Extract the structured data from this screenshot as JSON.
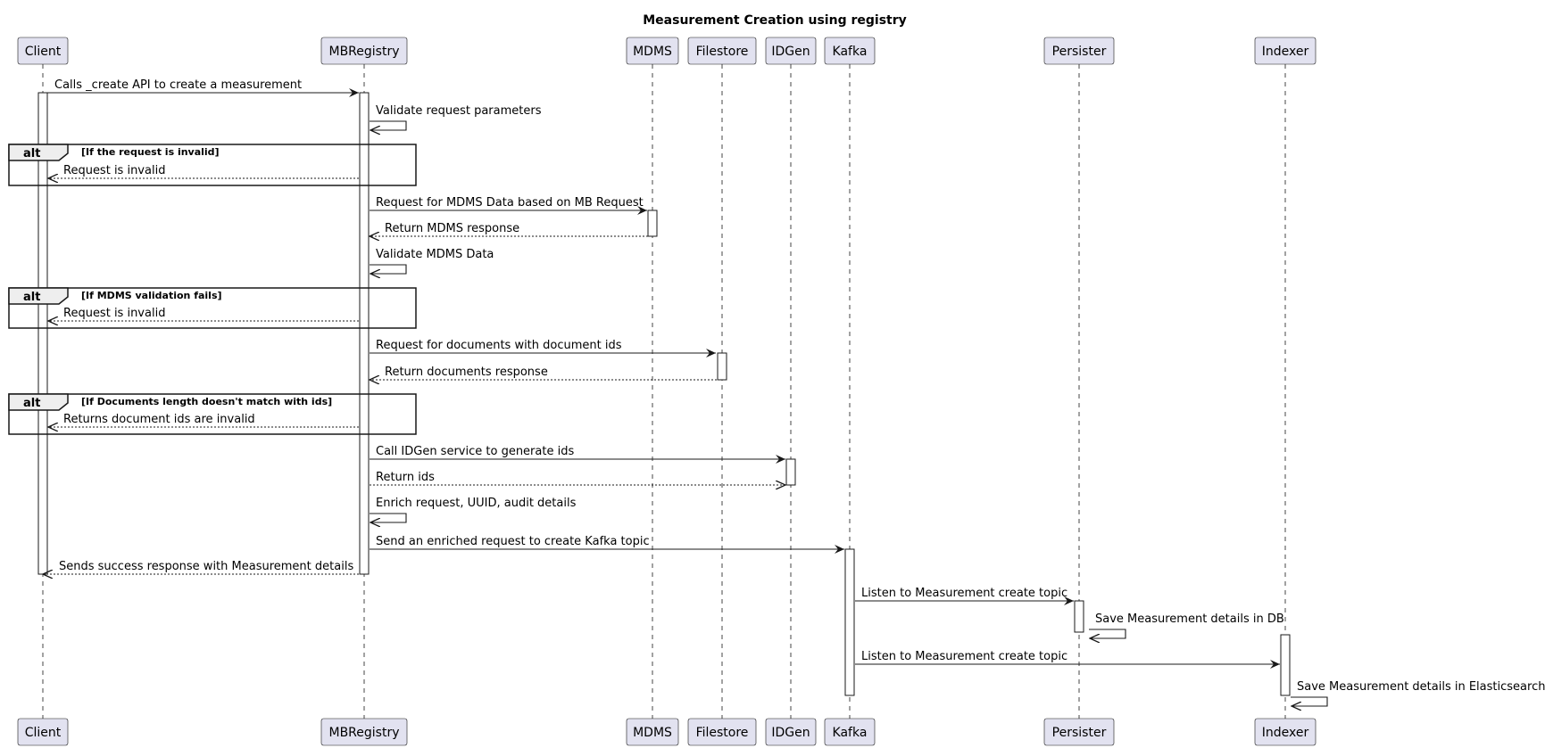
{
  "title": "Measurement Creation using registry",
  "participants": [
    {
      "id": "client",
      "label": "Client"
    },
    {
      "id": "mbregistry",
      "label": "MBRegistry"
    },
    {
      "id": "mdms",
      "label": "MDMS"
    },
    {
      "id": "filestore",
      "label": "Filestore"
    },
    {
      "id": "idgen",
      "label": "IDGen"
    },
    {
      "id": "kafka",
      "label": "Kafka"
    },
    {
      "id": "persister",
      "label": "Persister"
    },
    {
      "id": "indexer",
      "label": "Indexer"
    }
  ],
  "messages": [
    {
      "from": "client",
      "to": "mbregistry",
      "text": "Calls _create API to create a measurement",
      "style": "solid"
    },
    {
      "from": "mbregistry",
      "to": "mbregistry",
      "text": "Validate request parameters",
      "style": "self"
    },
    {
      "from": "mbregistry",
      "to": "client",
      "text": "Request is invalid",
      "style": "dashed"
    },
    {
      "from": "mbregistry",
      "to": "mdms",
      "text": "Request for MDMS Data based on MB Request",
      "style": "solid"
    },
    {
      "from": "mdms",
      "to": "mbregistry",
      "text": "Return MDMS response",
      "style": "dashed"
    },
    {
      "from": "mbregistry",
      "to": "mbregistry",
      "text": "Validate MDMS Data",
      "style": "self"
    },
    {
      "from": "mbregistry",
      "to": "client",
      "text": "Request is invalid",
      "style": "dashed"
    },
    {
      "from": "mbregistry",
      "to": "filestore",
      "text": "Request for documents with document ids",
      "style": "solid"
    },
    {
      "from": "filestore",
      "to": "mbregistry",
      "text": "Return documents response",
      "style": "dashed"
    },
    {
      "from": "mbregistry",
      "to": "client",
      "text": "Returns document ids are invalid",
      "style": "dashed"
    },
    {
      "from": "mbregistry",
      "to": "idgen",
      "text": "Call IDGen service to generate ids",
      "style": "solid"
    },
    {
      "from": "mbregistry",
      "to": "idgen",
      "text": "Return ids",
      "style": "dashed"
    },
    {
      "from": "mbregistry",
      "to": "mbregistry",
      "text": "Enrich request, UUID, audit details",
      "style": "self"
    },
    {
      "from": "mbregistry",
      "to": "kafka",
      "text": "Send an enriched request to create Kafka topic",
      "style": "solid"
    },
    {
      "from": "mbregistry",
      "to": "client",
      "text": "Sends success response with Measurement details",
      "style": "dashed"
    },
    {
      "from": "kafka",
      "to": "persister",
      "text": "Listen to Measurement create topic",
      "style": "solid"
    },
    {
      "from": "persister",
      "to": "persister",
      "text": "Save Measurement details in DB",
      "style": "self"
    },
    {
      "from": "kafka",
      "to": "indexer",
      "text": "Listen to Measurement create topic",
      "style": "solid"
    },
    {
      "from": "indexer",
      "to": "indexer",
      "text": "Save Measurement details in Elasticsearch",
      "style": "self"
    }
  ],
  "alt_frames": [
    {
      "label": "alt",
      "condition": "[If the request is invalid]"
    },
    {
      "label": "alt",
      "condition": "[If MDMS validation fails]"
    },
    {
      "label": "alt",
      "condition": "[If Documents length doesn't match with ids]"
    }
  ],
  "colors": {
    "participant_fill": "#E2E2F0",
    "participant_stroke": "#181818",
    "line": "#181818",
    "lifeline": "#181818",
    "activation_fill": "#ffffff",
    "alt_tab_fill": "#EEEEEE"
  }
}
